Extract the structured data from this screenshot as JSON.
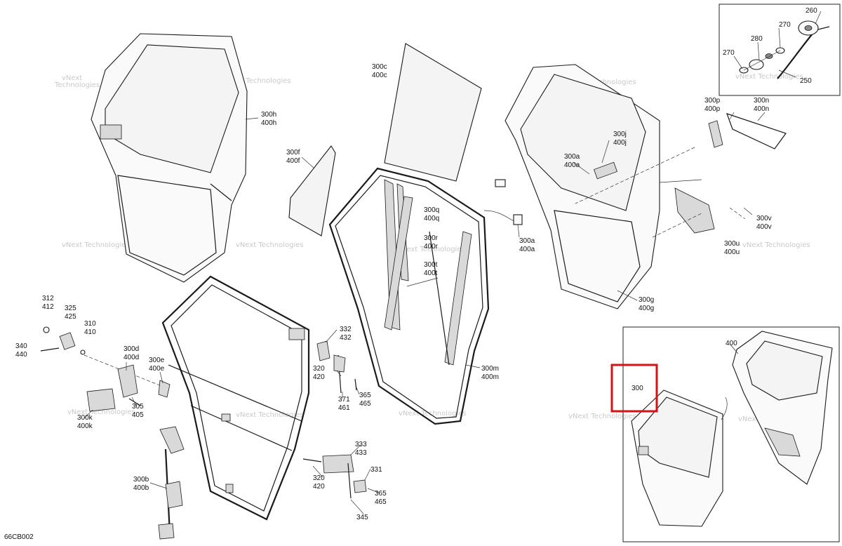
{
  "diagram": {
    "code": "66CB002",
    "watermark_line1": "vNext",
    "watermark_line2": "Technologies",
    "watermark_full": "vNext Technologies",
    "highlight_color": "#d21414"
  },
  "labels": {
    "l260": "260",
    "l270a": "270",
    "l280": "280",
    "l270b": "270",
    "l250": "250",
    "l300h": "300h",
    "l400h": "400h",
    "l300c": "300c",
    "l400c": "400c",
    "l300f": "300f",
    "l400f": "400f",
    "l300j": "300j",
    "l400j": "400j",
    "l300a1": "300a",
    "l400a1": "400a",
    "l300p": "300p",
    "l400p": "400p",
    "l300n": "300n",
    "l400n": "400n",
    "l300q": "300q",
    "l400q": "400q",
    "l300r": "300r",
    "l400r": "400r",
    "l300t": "300t",
    "l400t": "400t",
    "l300a2": "300a",
    "l400a2": "400a",
    "l300v": "300v",
    "l400v": "400v",
    "l300u": "300u",
    "l400u": "400u",
    "l300g": "300g",
    "l400g": "400g",
    "l312": "312",
    "l412": "412",
    "l325": "325",
    "l425": "425",
    "l310": "310",
    "l410": "410",
    "l340": "340",
    "l440": "440",
    "l300d": "300d",
    "l400d": "400d",
    "l300e": "300e",
    "l400e": "400e",
    "l332": "332",
    "l432": "432",
    "l320a": "320",
    "l420a": "420",
    "l365a": "365",
    "l465a": "465",
    "l371": "371",
    "l461": "461",
    "l300m": "300m",
    "l400m": "400m",
    "l300k": "300k",
    "l400k": "400k",
    "l305": "305",
    "l405": "405",
    "l333": "333",
    "l433": "433",
    "l331": "331",
    "l320b": "320",
    "l420b": "420",
    "l365b": "365",
    "l465b": "465",
    "l345": "345",
    "l300b": "300b",
    "l400b": "400b",
    "l400": "400",
    "l300": "300"
  }
}
